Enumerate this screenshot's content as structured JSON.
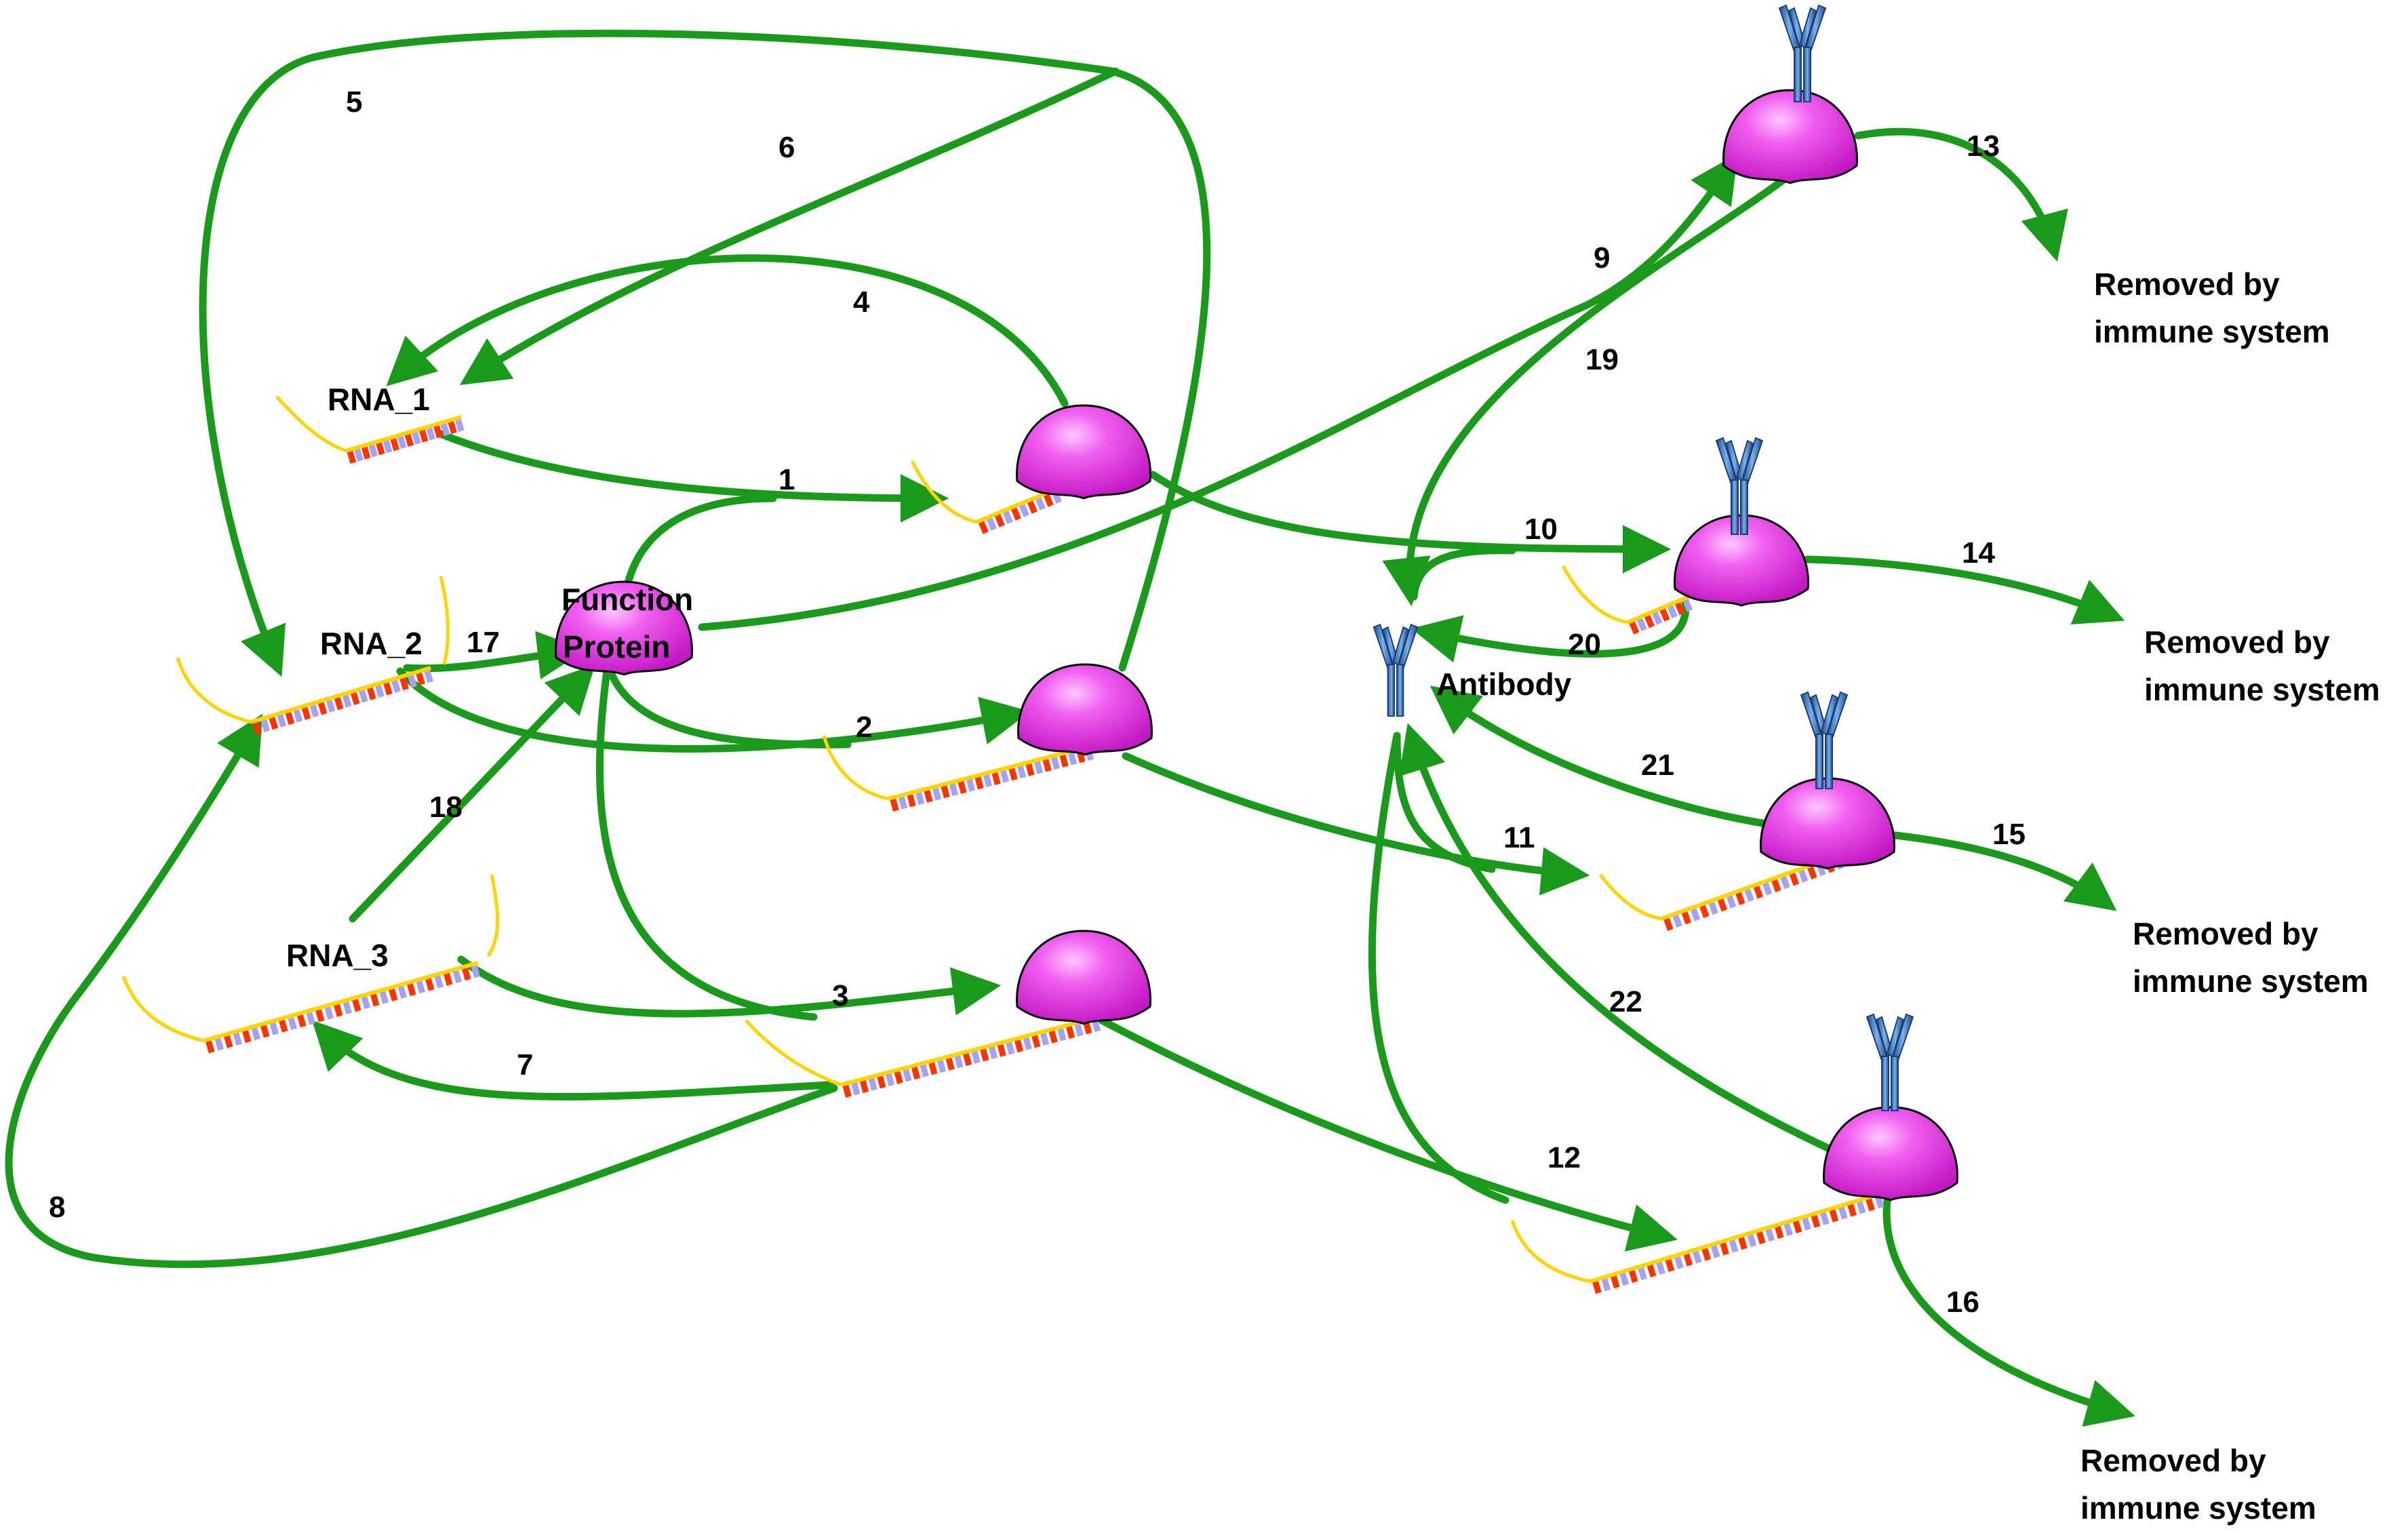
{
  "colors": {
    "arrow": "#1a9a1a",
    "protein": "#ee33ee",
    "antibody": "#3b78c0",
    "backbone": "#ffd400",
    "base_red": "#ff3300",
    "base_lavender": "#a8a0f0"
  },
  "nodes": {
    "rna_1": "RNA_1",
    "rna_2": "RNA_2",
    "rna_3": "RNA_3",
    "function_protein": [
      "Function",
      "Protein"
    ],
    "antibody": "Antibody"
  },
  "removed": [
    [
      "Removed by",
      "immune system"
    ],
    [
      "Removed by",
      "immune system"
    ],
    [
      "Removed by",
      "immune system"
    ],
    [
      "Removed by",
      "immune system"
    ]
  ],
  "edge_labels": [
    "1",
    "2",
    "3",
    "4",
    "5",
    "6",
    "7",
    "8",
    "9",
    "10",
    "11",
    "12",
    "13",
    "14",
    "15",
    "16",
    "17",
    "18",
    "19",
    "20",
    "21",
    "22"
  ]
}
